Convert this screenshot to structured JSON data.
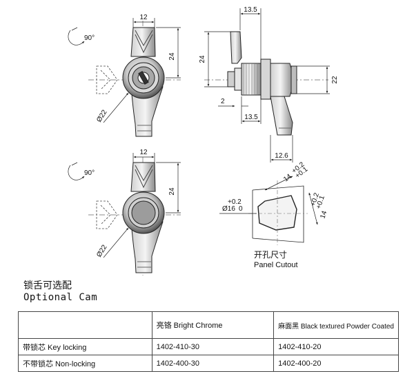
{
  "colors": {
    "line": "#222222",
    "metal_light": "#eeeeee",
    "metal_mid": "#b8b8b8",
    "metal_dark": "#555555",
    "center_line": "#666666"
  },
  "dims": {
    "top_width": "12",
    "top_height": "24",
    "rotation": "90°",
    "diameter_22": "Ø22",
    "side_13_5_top": "13.5",
    "side_24": "24",
    "side_22": "22",
    "side_2": "2",
    "side_13_5_bottom": "13.5",
    "side_12_6": "12.6",
    "mid_width": "12",
    "mid_height": "24",
    "mid_rotation": "90°",
    "mid_diameter_22": "Ø22",
    "cutout_14_top": "14",
    "cutout_tol_top_plus": "+0.2",
    "cutout_tol_top_minus": "+0.1",
    "cutout_dia_tol": "+0.2",
    "cutout_dia": "Ø16",
    "cutout_dia_zero": "0",
    "cutout_14_right": "14",
    "cutout_tol_right_plus": "+0.2",
    "cutout_tol_right_minus": "+0.1"
  },
  "cutout": {
    "label_cn": "开孔尺寸",
    "label_en": "Panel Cutout"
  },
  "optional_cam": {
    "cn": "锁舌可选配",
    "en": "Optional Cam"
  },
  "table": {
    "header": [
      "",
      "亮铬 Bright Chrome",
      "麻面黑 Black textured Powder Coated"
    ],
    "rows": [
      [
        "带锁芯 Key locking",
        "1402-410-30",
        "1402-410-20"
      ],
      [
        "不带锁芯 Non-locking",
        "1402-400-30",
        "1402-400-20"
      ]
    ]
  }
}
